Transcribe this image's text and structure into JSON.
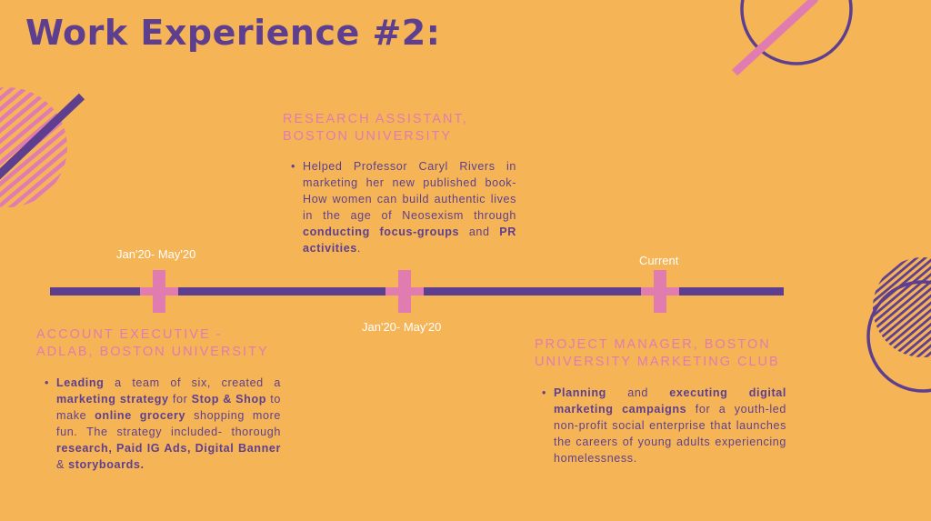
{
  "title": "Work Experience #2:",
  "colors": {
    "background": "#F5B556",
    "purple": "#5E3F8F",
    "pink": "#E07CB0"
  },
  "timeline": {
    "dates": [
      "Jan'20- May'20",
      "Jan'20- May'20",
      "Current"
    ]
  },
  "experiences": [
    {
      "role_line1": "ACCOUNT EXECUTIVE -",
      "role_line2": "ADLAB, BOSTON UNIVERSITY",
      "parts": [
        "Leading",
        " a team of six, created a ",
        "marketing strategy",
        " for ",
        "Stop & Shop",
        " to make ",
        "online grocery",
        " shopping more fun. The strategy included- thorough ",
        "research, Paid IG Ads, Digital Banner",
        " & ",
        "storyboards."
      ]
    },
    {
      "role_line1": "RESEARCH ASSISTANT,",
      "role_line2": "BOSTON UNIVERSITY",
      "parts": [
        "Helped Professor Caryl Rivers in marketing her new published book- How women can build authentic lives in the age of Neosexism through ",
        "conducting focus-groups",
        " and ",
        "PR activities",
        "."
      ]
    },
    {
      "role_line1": "PROJECT MANAGER, BOSTON",
      "role_line2": "UNIVERSITY MARKETING CLUB",
      "parts": [
        "Planning",
        " and ",
        "executing digital marketing campaigns",
        " for a youth-led non-profit social enterprise that launches the careers of young adults experiencing homelessness."
      ]
    }
  ]
}
